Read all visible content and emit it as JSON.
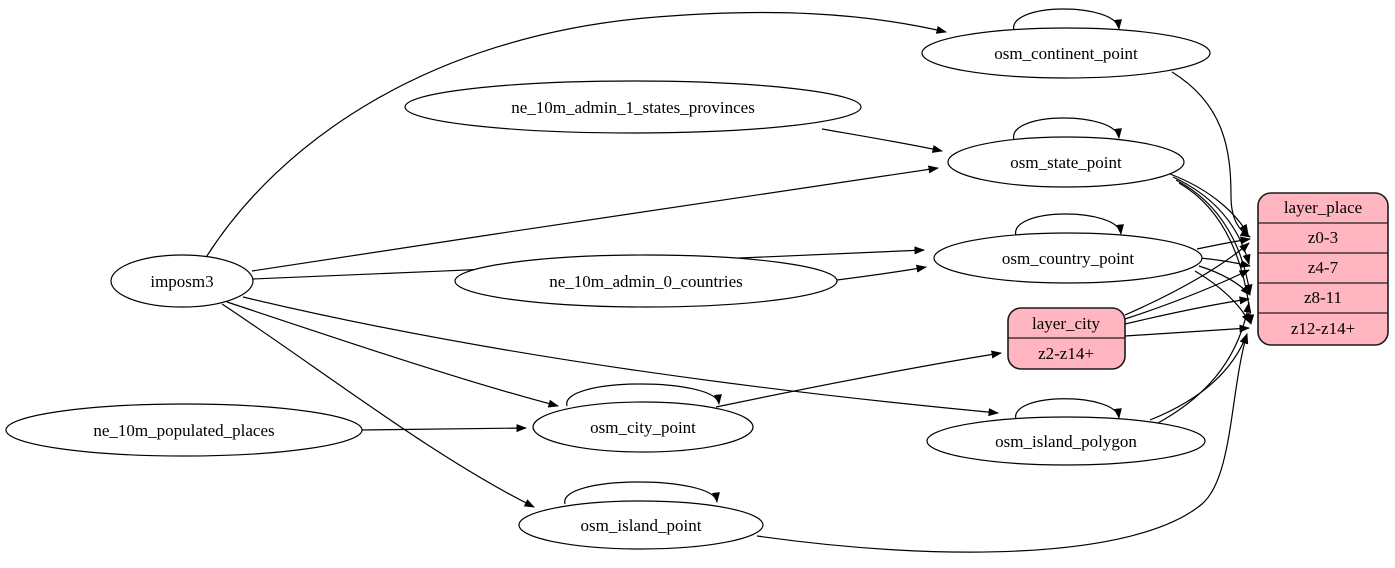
{
  "diagram": {
    "type": "graphviz-etl-dependency-graph",
    "background": "#ffffff",
    "colors": {
      "node_fill": "#ffffff",
      "record_fill": "#ffb6c1",
      "stroke": "#000000"
    },
    "nodes": {
      "imposm3": {
        "label": "imposm3",
        "shape": "ellipse"
      },
      "ne_10m_admin_1_states_provinces": {
        "label": "ne_10m_admin_1_states_provinces",
        "shape": "ellipse"
      },
      "ne_10m_admin_0_countries": {
        "label": "ne_10m_admin_0_countries",
        "shape": "ellipse"
      },
      "ne_10m_populated_places": {
        "label": "ne_10m_populated_places",
        "shape": "ellipse"
      },
      "osm_continent_point": {
        "label": "osm_continent_point",
        "shape": "ellipse",
        "self_loop": true
      },
      "osm_state_point": {
        "label": "osm_state_point",
        "shape": "ellipse",
        "self_loop": true
      },
      "osm_country_point": {
        "label": "osm_country_point",
        "shape": "ellipse",
        "self_loop": true
      },
      "osm_city_point": {
        "label": "osm_city_point",
        "shape": "ellipse",
        "self_loop": true
      },
      "osm_island_polygon": {
        "label": "osm_island_polygon",
        "shape": "ellipse",
        "self_loop": true
      },
      "osm_island_point": {
        "label": "osm_island_point",
        "shape": "ellipse",
        "self_loop": true
      }
    },
    "records": {
      "layer_city": {
        "title": "layer_city",
        "rows": [
          "z2-z14+"
        ]
      },
      "layer_place": {
        "title": "layer_place",
        "rows": [
          "z0-3",
          "z4-7",
          "z8-11",
          "z12-z14+"
        ]
      }
    },
    "edges": [
      "imposm3 -> osm_continent_point",
      "imposm3 -> osm_state_point",
      "imposm3 -> osm_country_point",
      "imposm3 -> osm_city_point",
      "imposm3 -> osm_island_polygon",
      "imposm3 -> osm_island_point",
      "ne_10m_admin_1_states_provinces -> osm_state_point",
      "ne_10m_admin_0_countries -> osm_country_point",
      "ne_10m_populated_places -> osm_city_point",
      "osm_continent_point -> osm_continent_point",
      "osm_state_point -> osm_state_point",
      "osm_country_point -> osm_country_point",
      "osm_city_point -> osm_city_point",
      "osm_island_polygon -> osm_island_polygon",
      "osm_island_point -> osm_island_point",
      "osm_city_point -> layer_city:z2-z14+",
      "osm_continent_point -> layer_place:z0-3",
      "osm_state_point -> layer_place:z0-3",
      "osm_state_point -> layer_place:z4-7",
      "osm_state_point -> layer_place:z8-11",
      "osm_state_point -> layer_place:z12-z14+",
      "osm_country_point -> layer_place:z0-3",
      "osm_country_point -> layer_place:z4-7",
      "osm_country_point -> layer_place:z8-11",
      "osm_country_point -> layer_place:z12-z14+",
      "layer_city -> layer_place:z0-3",
      "layer_city -> layer_place:z4-7",
      "layer_city -> layer_place:z8-11",
      "layer_city -> layer_place:z12-z14+",
      "osm_island_polygon -> layer_place:z8-11",
      "osm_island_polygon -> layer_place:z12-z14+",
      "osm_island_point -> layer_place:z12-z14+"
    ]
  }
}
